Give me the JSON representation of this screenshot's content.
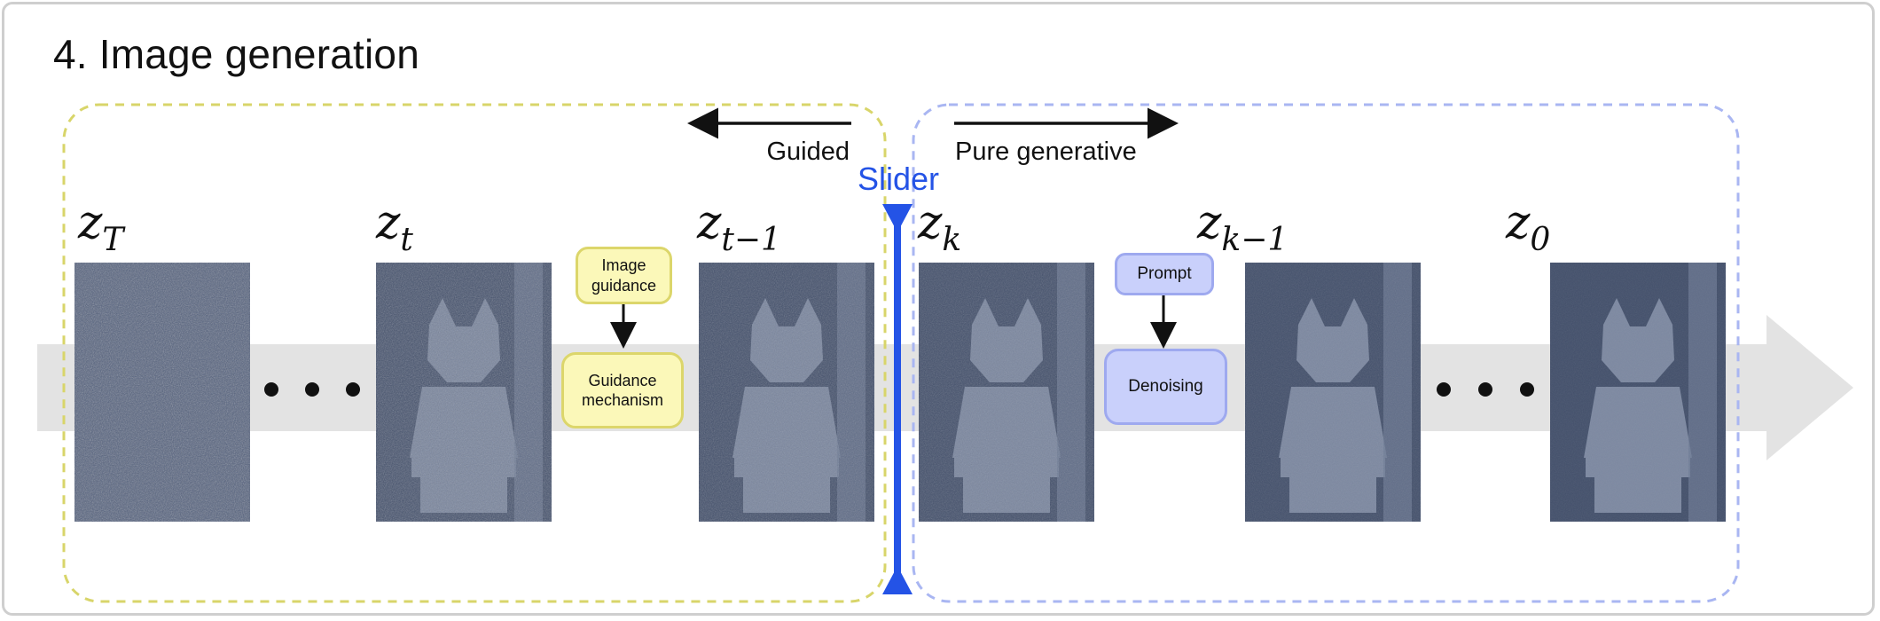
{
  "title": "4. Image generation",
  "regions": {
    "guided_label": "Guided",
    "pure_generative_label": "Pure generative",
    "slider_label": "Slider"
  },
  "latents": [
    {
      "id": "zT",
      "base": "z",
      "sub": "T"
    },
    {
      "id": "zt",
      "base": "z",
      "sub": "t"
    },
    {
      "id": "zt1",
      "base": "z",
      "sub": "t−1"
    },
    {
      "id": "zk",
      "base": "z",
      "sub": "k"
    },
    {
      "id": "zk1",
      "base": "z",
      "sub": "k−1"
    },
    {
      "id": "z0",
      "base": "z",
      "sub": "0"
    }
  ],
  "images": [
    {
      "id": "zT",
      "noise_level": 1.0
    },
    {
      "id": "zt",
      "noise_level": 0.75
    },
    {
      "id": "zt1",
      "noise_level": 0.55
    },
    {
      "id": "zk",
      "noise_level": 0.45
    },
    {
      "id": "zk1",
      "noise_level": 0.2
    },
    {
      "id": "z0",
      "noise_level": 0.05
    }
  ],
  "boxes": {
    "image_guidance": "Image\nguidance",
    "guidance_mechanism": "Guidance\nmechanism",
    "prompt": "Prompt",
    "denoising": "Denoising"
  },
  "colors": {
    "guided_dash": "#d8d56a",
    "generative_dash": "#a9b6f2",
    "yellow_fill": "#fbf8b9",
    "yellow_stroke": "#dcd66b",
    "blue_fill": "#c9d0fb",
    "blue_stroke": "#9ea9ef",
    "slider": "#2453e6",
    "track": "#e3e3e3",
    "image_tint": "#4a5a78"
  }
}
